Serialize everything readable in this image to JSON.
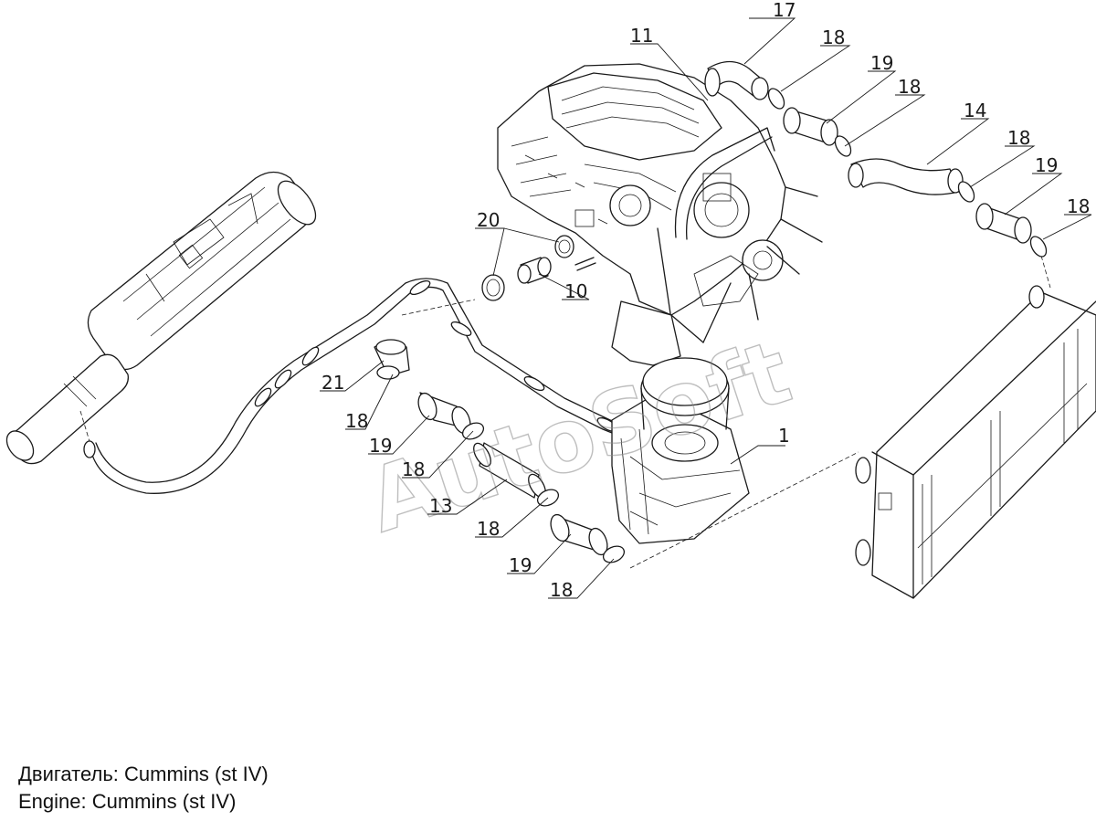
{
  "watermark": "AutoSoft",
  "caption": {
    "line_ru": "Двигатель: Cummins (st IV)",
    "line_en": "Engine: Cummins (st IV)"
  },
  "callouts": {
    "c1": "1",
    "c10": "10",
    "c11": "11",
    "c13": "13",
    "c14": "14",
    "c17": "17",
    "c18": "18",
    "c19": "19",
    "c20": "20",
    "c21": "21"
  }
}
